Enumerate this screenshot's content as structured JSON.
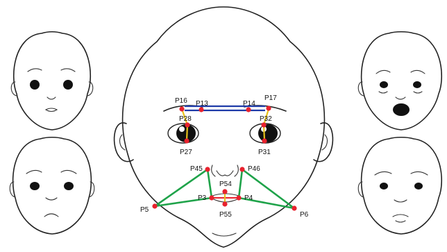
{
  "colors": {
    "landmark": "#e8222e",
    "brow_line": "#1e3aa8",
    "vertical_line": "#e8c21a",
    "mouth_line": "#1fa34a",
    "outline": "#222222"
  },
  "landmarks": [
    {
      "id": "P16",
      "label": "P16"
    },
    {
      "id": "P13",
      "label": "P13"
    },
    {
      "id": "P14",
      "label": "P14"
    },
    {
      "id": "P17",
      "label": "P17"
    },
    {
      "id": "P28",
      "label": "P28"
    },
    {
      "id": "P32",
      "label": "P32"
    },
    {
      "id": "P27",
      "label": "P27"
    },
    {
      "id": "P31",
      "label": "P31"
    },
    {
      "id": "P45",
      "label": "P45"
    },
    {
      "id": "P46",
      "label": "P46"
    },
    {
      "id": "P54",
      "label": "P54"
    },
    {
      "id": "P3",
      "label": "P3"
    },
    {
      "id": "P4",
      "label": "P4"
    },
    {
      "id": "P55",
      "label": "P55"
    },
    {
      "id": "P5",
      "label": "P5"
    },
    {
      "id": "P6",
      "label": "P6"
    }
  ]
}
